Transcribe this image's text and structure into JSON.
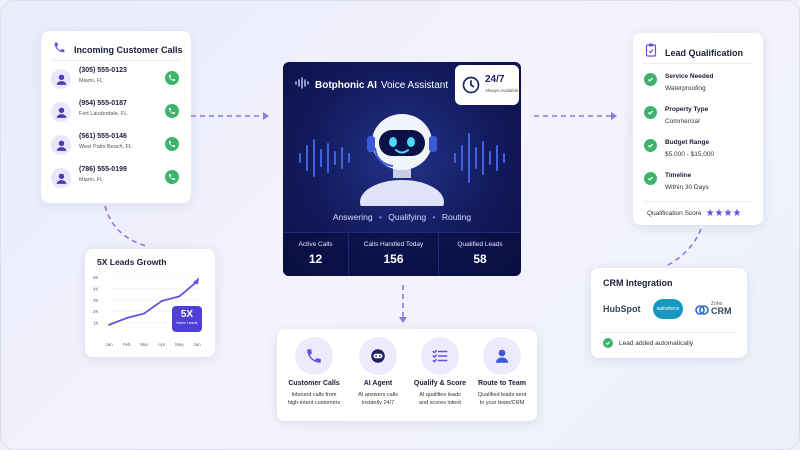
{
  "colors": {
    "accent": "#6a4ee0",
    "green": "#3fb36c",
    "dark_panel": "#0e1550",
    "text": "#1a1d3a"
  },
  "calls": {
    "title": "Incoming Customer Calls",
    "icon": "phone-icon",
    "items": [
      {
        "number": "(305) 555-0123",
        "city": "Miami, FL"
      },
      {
        "number": "(954) 555-0187",
        "city": "Fort Lauderdale, FL"
      },
      {
        "number": "(561) 555-0146",
        "city": "West Palm Beach, FL"
      },
      {
        "number": "(786) 555-0199",
        "city": "Miami, FL"
      }
    ]
  },
  "growth": {
    "title": "5X Leads Growth",
    "badge_big": "5X",
    "badge_small": "More Leads",
    "chart_data": {
      "type": "line",
      "categories": [
        "Jan",
        "Feb",
        "Mar",
        "Apr",
        "May",
        "Jun"
      ],
      "y_ticks": [
        "1K",
        "2K",
        "3K",
        "4K",
        "5K"
      ],
      "ylim": [
        0,
        5
      ],
      "series": [
        {
          "values": [
            0.8,
            1.4,
            1.8,
            2.9,
            3.3,
            4.6
          ]
        }
      ]
    }
  },
  "assistant": {
    "brand_bold": "Botphonic AI",
    "brand_rest": "Voice Assistant",
    "badge_big": "24/7",
    "badge_small": "Always Available",
    "steps": [
      "Answering",
      "Qualifying",
      "Routing"
    ],
    "stats": [
      {
        "label": "Active Calls",
        "value": "12"
      },
      {
        "label": "Calls Handled Today",
        "value": "156"
      },
      {
        "label": "Qualified Leads",
        "value": "58"
      }
    ]
  },
  "qualification": {
    "title": "Lead Qualification",
    "icon": "clipboard-check-icon",
    "items": [
      {
        "label": "Service Needed",
        "value": "Waterproofing"
      },
      {
        "label": "Property Type",
        "value": "Commercial"
      },
      {
        "label": "Budget Range",
        "value": "$5,000 - $15,000"
      },
      {
        "label": "Timeline",
        "value": "Within 30 Days"
      }
    ],
    "score_label": "Qualification Score",
    "score_stars": 4
  },
  "crm": {
    "title": "CRM Integration",
    "hubspot": "HubSpot",
    "salesforce": "salesforce",
    "zoho_small": "Zoho",
    "zoho_big": "CRM",
    "status": "Lead added automatically"
  },
  "flow": [
    {
      "title": "Customer Calls",
      "desc1": "Inbound calls from",
      "desc2": "high-intent customers",
      "icon": "phone-icon"
    },
    {
      "title": "AI Agent",
      "desc1": "AI answers calls",
      "desc2": "instantly 24/7",
      "icon": "robot-icon"
    },
    {
      "title": "Qualify & Score",
      "desc1": "AI qualifies leads",
      "desc2": "and scores intent",
      "icon": "checklist-icon"
    },
    {
      "title": "Route to Team",
      "desc1": "Qualified leads sent",
      "desc2": "to your team/CRM",
      "icon": "person-icon"
    }
  ]
}
